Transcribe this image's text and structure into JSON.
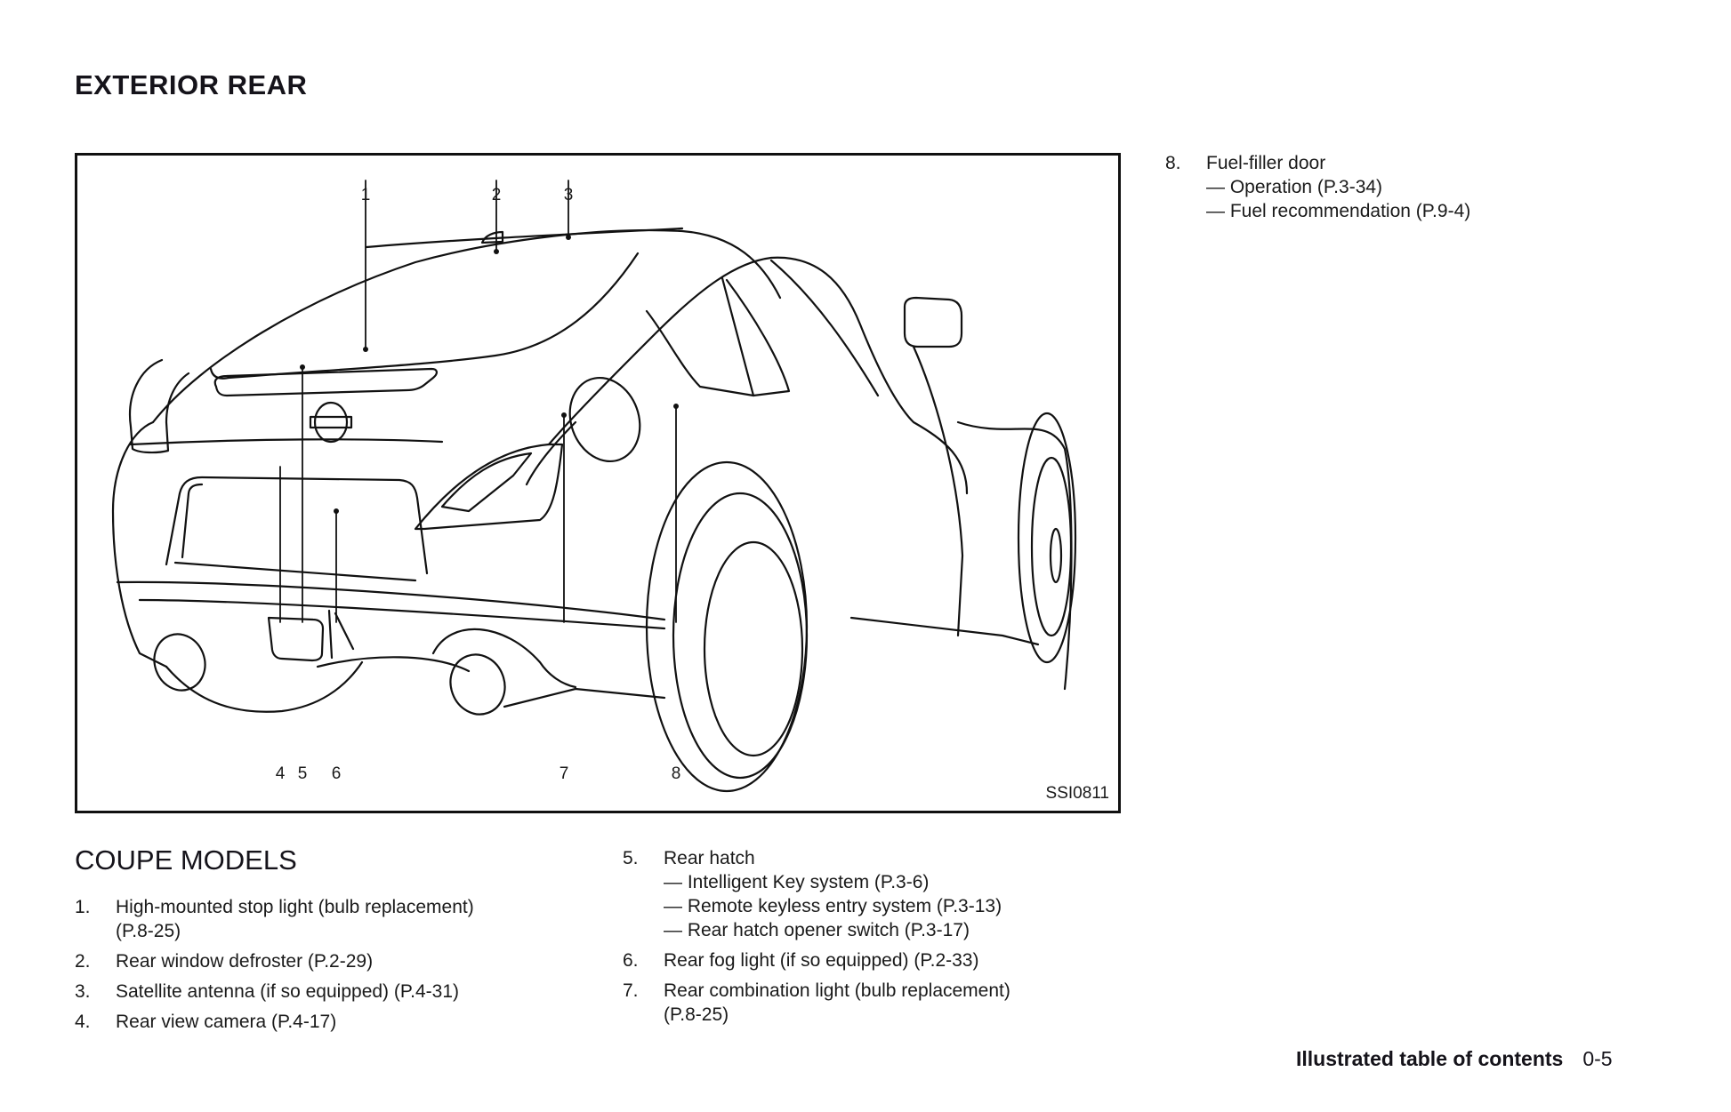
{
  "page": {
    "title": "EXTERIOR REAR",
    "section_heading": "COUPE MODELS",
    "figure_id": "SSI0811",
    "footer": {
      "label": "Illustrated table of contents",
      "page_number": "0-5"
    }
  },
  "figure": {
    "callouts": [
      "1",
      "2",
      "3",
      "4",
      "5",
      "6",
      "7",
      "8"
    ]
  },
  "items_col1": [
    {
      "num": "1.",
      "text": "High-mounted stop light (bulb replacement)",
      "subs": [
        "(P.8-25)"
      ]
    },
    {
      "num": "2.",
      "text": "Rear window defroster (P.2-29)",
      "subs": []
    },
    {
      "num": "3.",
      "text": "Satellite antenna (if so equipped) (P.4-31)",
      "subs": []
    },
    {
      "num": "4.",
      "text": "Rear view camera (P.4-17)",
      "subs": []
    }
  ],
  "items_col2": [
    {
      "num": "5.",
      "text": "Rear hatch",
      "subs": [
        "— Intelligent Key system (P.3-6)",
        "— Remote keyless entry system (P.3-13)",
        "— Rear hatch opener switch (P.3-17)"
      ]
    },
    {
      "num": "6.",
      "text": "Rear fog light (if so equipped) (P.2-33)",
      "subs": []
    },
    {
      "num": "7.",
      "text": "Rear combination light (bulb replacement)",
      "subs": [
        "(P.8-25)"
      ]
    }
  ],
  "items_col3": [
    {
      "num": "8.",
      "text": "Fuel-filler door",
      "subs": [
        "— Operation (P.3-34)",
        "— Fuel recommendation (P.9-4)"
      ]
    }
  ]
}
